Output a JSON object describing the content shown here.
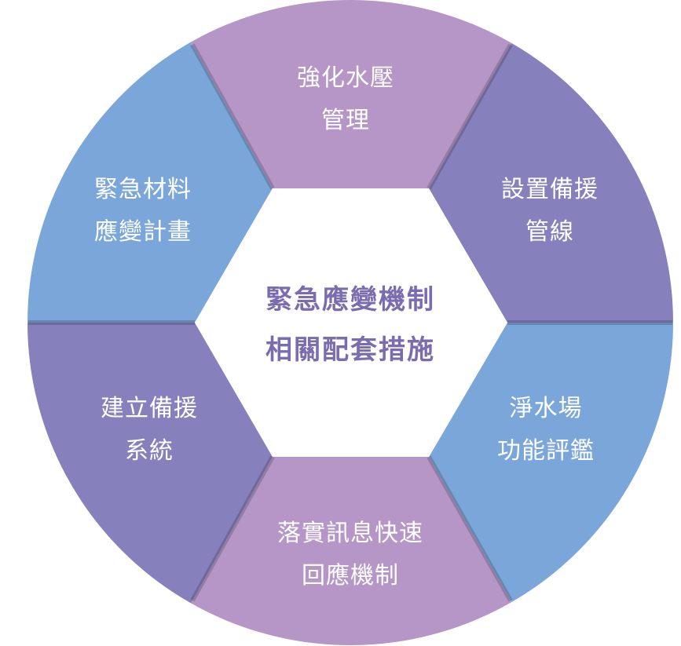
{
  "center": {
    "line1": "緊急應變機制",
    "line2": "相關配套措施"
  },
  "segments": [
    {
      "line1": "強化水壓",
      "line2": "管理",
      "color": "#b596c6"
    },
    {
      "line1": "設置備援",
      "line2": "管線",
      "color": "#8680bc"
    },
    {
      "line1": "淨水場",
      "line2": "功能評鑑",
      "color": "#7ba6d9"
    },
    {
      "line1": "落實訊息快速",
      "line2": "回應機制",
      "color": "#b596c6"
    },
    {
      "line1": "建立備援",
      "line2": "系統",
      "color": "#8680bc"
    },
    {
      "line1": "緊急材料",
      "line2": "應變計畫",
      "color": "#7ba6d9"
    }
  ],
  "center_color": "#7a6cae"
}
